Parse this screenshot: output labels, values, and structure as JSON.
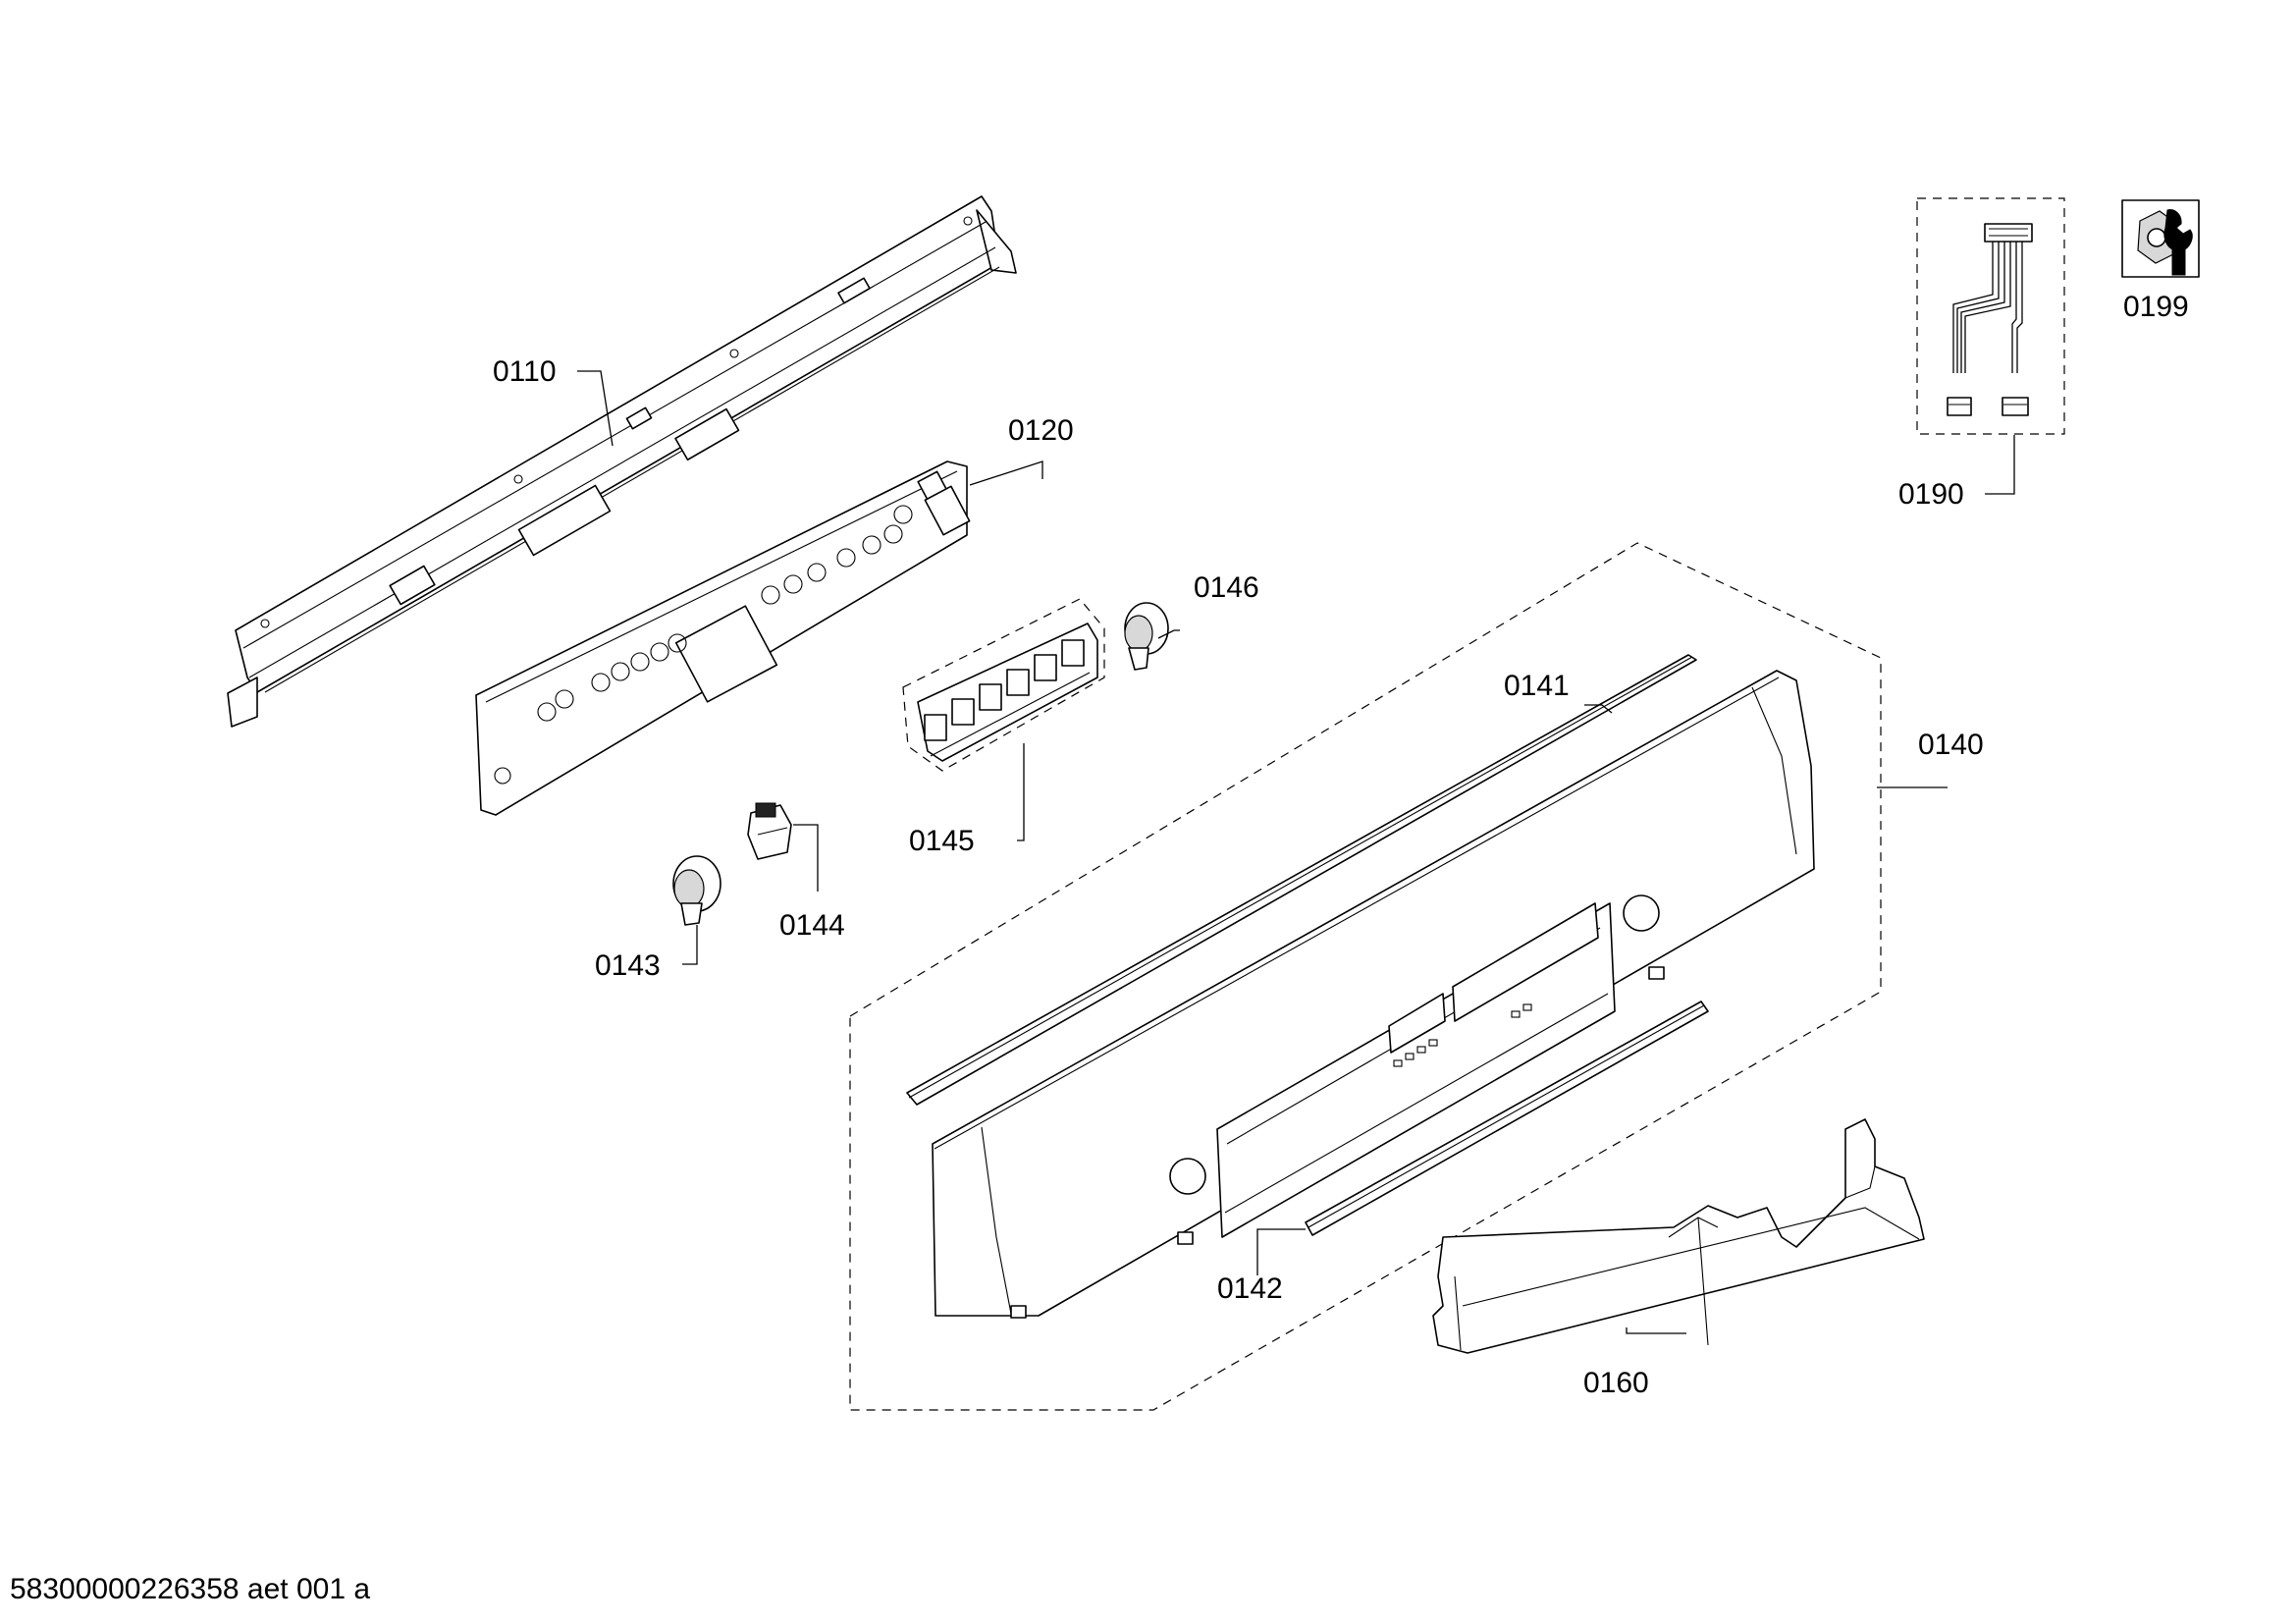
{
  "diagram": {
    "labels": {
      "p0110": "0110",
      "p0120": "0120",
      "p0140": "0140",
      "p0141": "0141",
      "p0142": "0142",
      "p0143": "0143",
      "p0144": "0144",
      "p0145": "0145",
      "p0146": "0146",
      "p0160": "0160",
      "p0190": "0190",
      "p0199": "0199"
    },
    "document_id": "58300000226358 aet 001 a"
  }
}
